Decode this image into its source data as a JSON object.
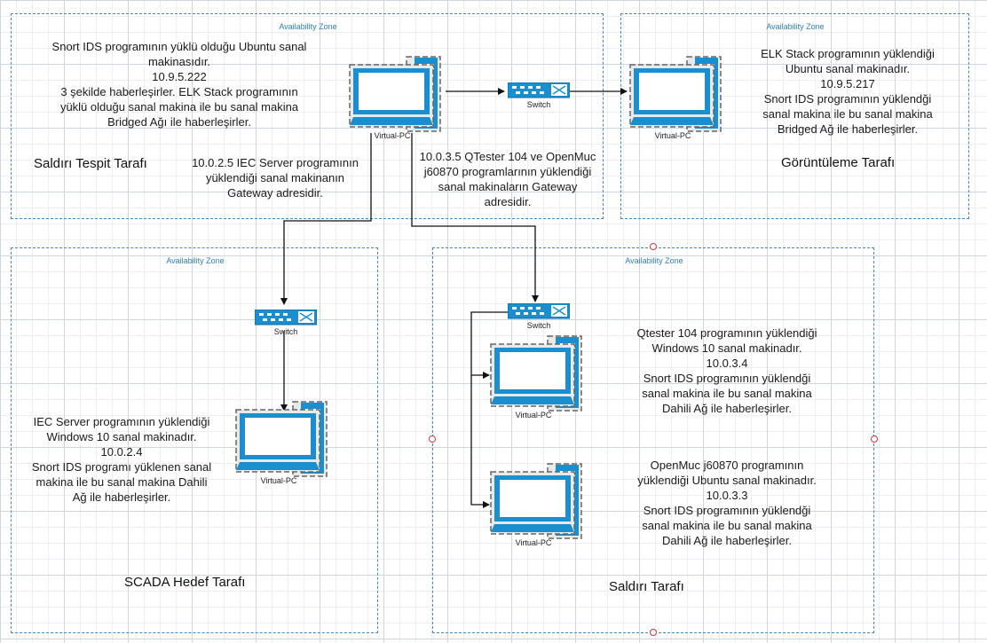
{
  "zones": [
    {
      "label": "Availability Zone"
    },
    {
      "label": "Availability Zone"
    },
    {
      "label": "Availability Zone"
    },
    {
      "label": "Availability Zone"
    }
  ],
  "titles": {
    "detection": "Saldırı Tespit Tarafı",
    "display": "Görüntüleme Tarafı",
    "scada": "SCADA Hedef Tarafı",
    "attack": "Saldırı Tarafı"
  },
  "notes": {
    "snort_host": "Snort IDS  programının yüklü olduğu Ubuntu sanal\nmakinasıdır.\n10.9.5.222\n3 şekilde haberleşirler. ELK Stack programının\nyüklü olduğu sanal makina  ile bu sanal makina\nBridged Ağı ile haberleşirler.",
    "gateway_iec": "10.0.2.5 IEC Server programının\nyüklendiği sanal makinanın\nGateway adresidir.",
    "gateway_attack": "10.0.3.5 QTester 104 ve OpenMuc\nj60870 programlarının yüklendiği\nsanal makinaların Gateway\nadresidir.",
    "elk_host": "ELK Stack programının yüklendiği\nUbuntu sanal makinadır.\n10.9.5.217\nSnort IDS programının yüklendği\nsanal makina  ile bu sanal makina\nBridged Ağ ile haberleşirler.",
    "iec_host": "IEC Server programının yüklendiği\nWindows 10 sanal makinadır.\n10.0.2.4\nSnort IDS programı yüklenen sanal\nmakina ile bu sanal makina Dahili\nAğ ile haberleşirler.",
    "qtester_host": "Qtester 104 programının yüklendiği\nWindows 10 sanal makinadır.\n10.0.3.4\nSnort IDS programının yüklendği\nsanal makina  ile bu sanal makina\nDahili Ağ ile haberleşirler.",
    "openmuc_host": "OpenMuc j60870 programının\nyüklendiği Ubuntu sanal makinadır.\n10.0.3.3\nSnort IDS programının yüklendği\nsanal makina  ile bu sanal makina\nDahili Ağ ile haberleşirler."
  },
  "devices": {
    "pc_label": "Virtual-PC",
    "switch_label": "Switch"
  },
  "colors": {
    "zone_border": "#3f87c6",
    "device": "#1a8fd0",
    "connector": "#111111",
    "handle": "#d9343f"
  }
}
